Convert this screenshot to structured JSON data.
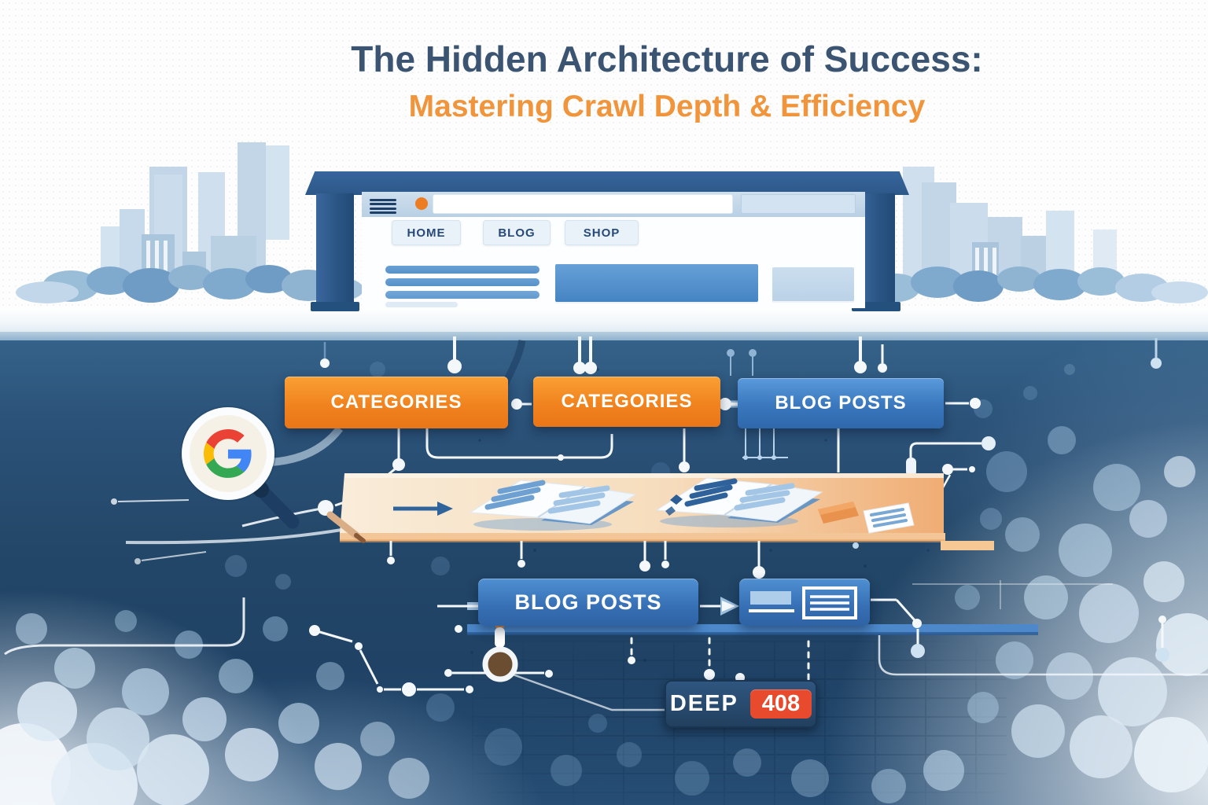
{
  "title": {
    "line1": "The Hidden Architecture of Success:",
    "line2": "Mastering Crawl Depth & Efficiency"
  },
  "browser": {
    "nav_tabs": [
      {
        "label": "HOME"
      },
      {
        "label": "BLOG"
      },
      {
        "label": "SHOP"
      }
    ],
    "traffic_light_colors": [
      "#ed7d23",
      "#f3a238",
      "#2ea05e"
    ]
  },
  "architecture": {
    "level1_boxes": [
      {
        "label": "CATEGORIES"
      },
      {
        "label": "CATEGORIES"
      },
      {
        "label": "BLOG POSTS"
      }
    ],
    "level2_boxes": [
      {
        "label": "BLOG POSTS"
      }
    ],
    "deep_page": {
      "label": "DEEP",
      "status_code": "408"
    }
  },
  "icons": [
    {
      "name": "google-g-icon"
    },
    {
      "name": "magnifier-icon"
    },
    {
      "name": "small-magnifier-icon"
    },
    {
      "name": "hamburger-icon"
    },
    {
      "name": "arrow-right-icon"
    }
  ],
  "colors": {
    "title_navy": "#3a5472",
    "accent_orange": "#f0953b",
    "box_orange": "#f1831f",
    "box_blue": "#3a77bd",
    "frame_navy": "#2d5a8c",
    "error_red": "#e84a2e",
    "underground_navy": "#22456a"
  }
}
